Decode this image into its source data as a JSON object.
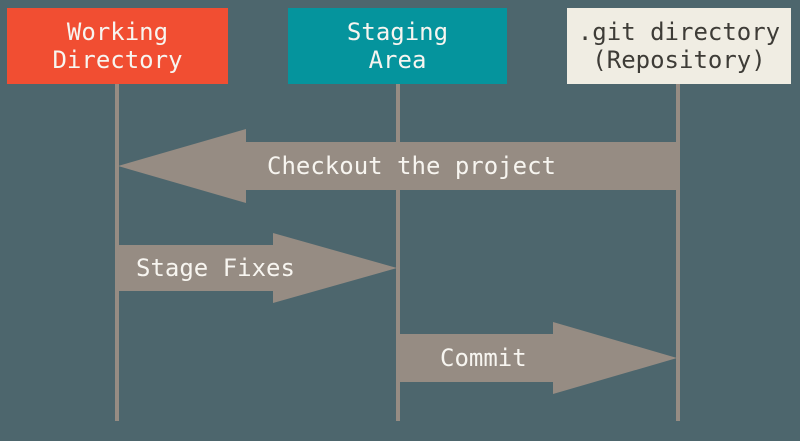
{
  "diagram": {
    "columns": [
      {
        "id": "working-directory",
        "label_line1": "Working",
        "label_line2": "Directory",
        "box_color": "#F14E32",
        "text_color": "#F7F5F0"
      },
      {
        "id": "staging-area",
        "label_line1": "Staging",
        "label_line2": "Area",
        "box_color": "#05949D",
        "text_color": "#F7F5F0"
      },
      {
        "id": "git-directory",
        "label_line1": ".git directory",
        "label_line2": "(Repository)",
        "box_color": "#F0EDE3",
        "text_color": "#3E3C37"
      }
    ],
    "arrows": [
      {
        "label": "Checkout the project",
        "from": "git-directory",
        "to": "working-directory",
        "direction": "left"
      },
      {
        "label": "Stage Fixes",
        "from": "working-directory",
        "to": "staging-area",
        "direction": "right"
      },
      {
        "label": "Commit",
        "from": "staging-area",
        "to": "git-directory",
        "direction": "right"
      }
    ],
    "colors": {
      "background": "#4D666D",
      "arrow": "#968C83",
      "lifeline": "#968C83",
      "arrow_text": "#F7F5F0"
    }
  }
}
